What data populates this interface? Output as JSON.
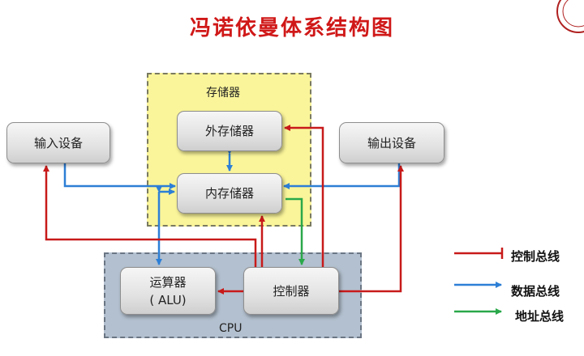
{
  "title": "冯诺依曼体系结构图",
  "memory": {
    "label": "存储器",
    "external": "外存储器",
    "internal": "内存储器"
  },
  "input_device": "输入设备",
  "output_device": "输出设备",
  "cpu": {
    "label": "CPU",
    "alu_line1": "运算器",
    "alu_line2": "( ALU)",
    "controller": "控制器"
  },
  "legend": {
    "control": "控制总线",
    "data": "数据总线",
    "address": "地址总线"
  },
  "colors": {
    "title": "#d01818",
    "control_bus": "#c81a1a",
    "data_bus": "#2d7fd6",
    "address_bus": "#2aa84a",
    "memory_region": "#faf59a",
    "cpu_region": "#b3c0cf"
  }
}
